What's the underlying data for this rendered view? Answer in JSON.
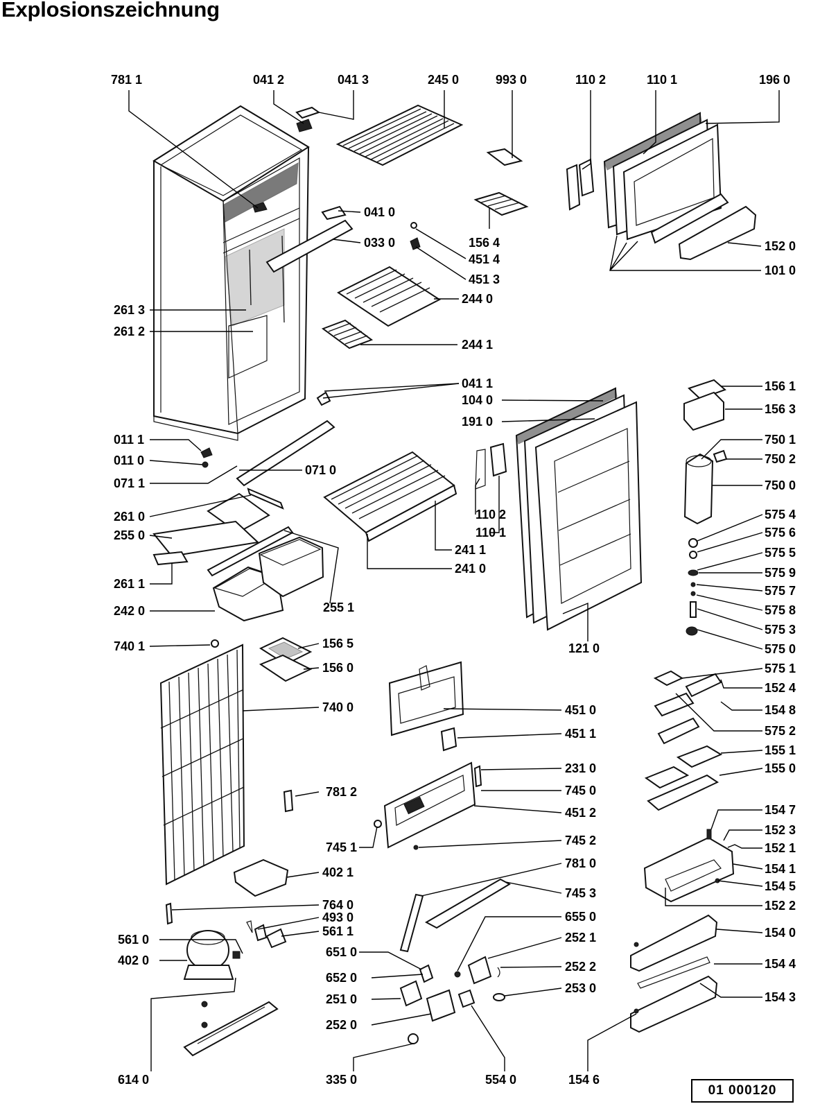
{
  "title": "Explosionszeichnung",
  "document_number": "01  000120",
  "labels": {
    "l7811": "781 1",
    "l0412": "041 2",
    "l0413": "041 3",
    "l2450": "245 0",
    "l9930": "993 0",
    "l1102a": "110 2",
    "l1101a": "110 1",
    "l1960": "196 0",
    "l0410": "041 0",
    "l0330": "033 0",
    "l1564": "156 4",
    "l4514": "451 4",
    "l4513": "451 3",
    "l2440": "244 0",
    "l2613": "261 3",
    "l2612": "261 2",
    "l2441": "244 1",
    "l1520": "152 0",
    "l1010": "101 0",
    "l0411": "041 1",
    "l1040": "104 0",
    "l1910": "191 0",
    "l1561": "156 1",
    "l1563": "156 3",
    "l0111": "011 1",
    "l0110": "011 0",
    "l0711": "071 1",
    "l0710": "071 0",
    "l7501": "750 1",
    "l7502": "750 2",
    "l7500": "750 0",
    "l2610": "261 0",
    "l2550": "255 0",
    "l1102b": "110 2",
    "l1101b": "110 1",
    "l5754": "575 4",
    "l5756": "575 6",
    "l5755": "575 5",
    "l2411": "241 1",
    "l2611": "261 1",
    "l2410": "241 0",
    "l5759": "575 9",
    "l5757": "575 7",
    "l2420": "242 0",
    "l2551": "255 1",
    "l5758": "575 8",
    "l5753": "575 3",
    "l7401": "740 1",
    "l1565": "156 5",
    "l1210": "121 0",
    "l5750": "575 0",
    "l1560": "156 0",
    "l5751": "575 1",
    "l1524": "152 4",
    "l7400": "740 0",
    "l4510": "451 0",
    "l1548": "154 8",
    "l5752": "575 2",
    "l4511": "451 1",
    "l1551": "155 1",
    "l2310": "231 0",
    "l1550": "155 0",
    "l7812": "781 2",
    "l7450": "745 0",
    "l4512": "451 2",
    "l1547": "154 7",
    "l1523": "152 3",
    "l7451": "745 1",
    "l7452": "745 2",
    "l1521": "152 1",
    "l4021": "402 1",
    "l7810": "781 0",
    "l1541": "154 1",
    "l7453": "745 3",
    "l1545": "154 5",
    "l7640": "764 0",
    "l1522": "152 2",
    "l4930": "493 0",
    "l6550": "655 0",
    "l5611": "561 1",
    "l5610": "561 0",
    "l2521": "252 1",
    "l1540": "154 0",
    "l4020": "402 0",
    "l6510": "651 0",
    "l2522": "252 2",
    "l1544": "154 4",
    "l6520": "652 0",
    "l2530": "253 0",
    "l2510": "251 0",
    "l1543": "154 3",
    "l2520": "252 0",
    "l6140": "614 0",
    "l3350": "335 0",
    "l5540": "554 0",
    "l1546": "154 6"
  }
}
